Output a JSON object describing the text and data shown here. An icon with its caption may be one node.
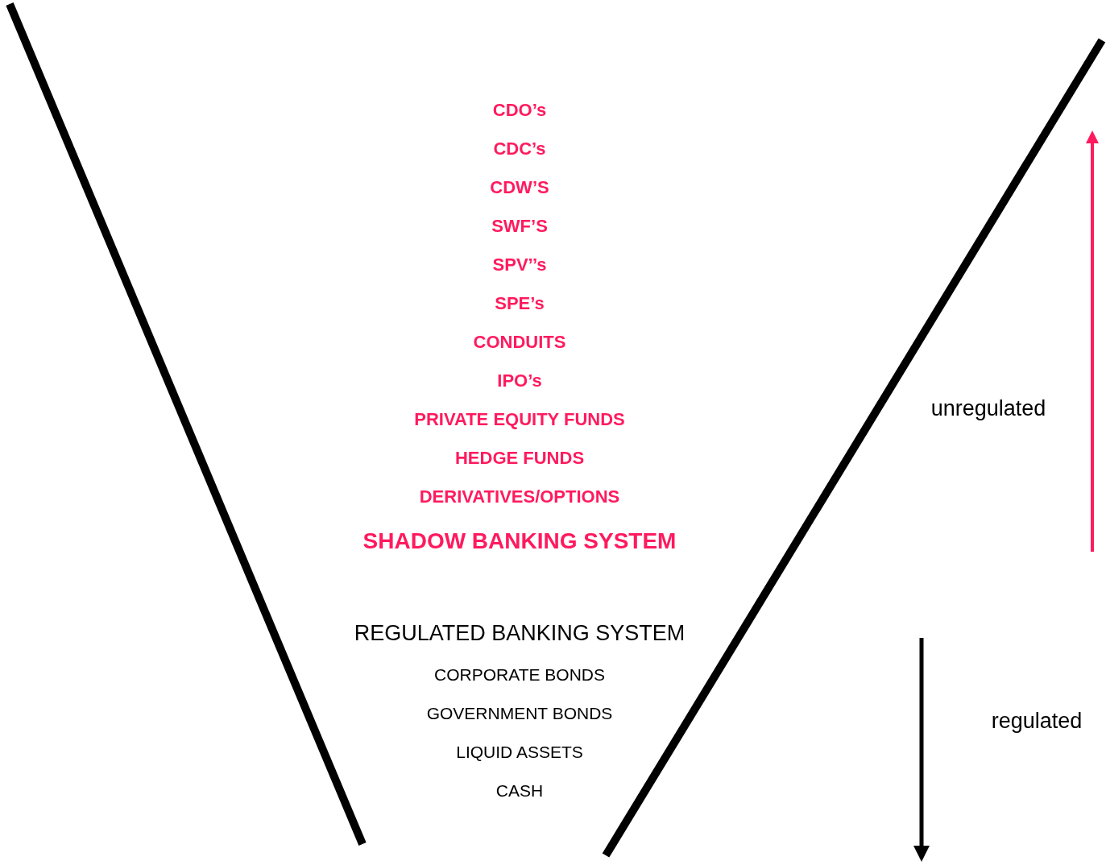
{
  "diagram": {
    "labels": [
      "CDO’s",
      "CDC’s",
      "CDW’S",
      "SWF’S",
      "SPV’’s",
      "SPE’s",
      "CONDUITS",
      "IPO’s",
      "PRIVATE EQUITY FUNDS",
      "HEDGE FUNDS",
      "DERIVATIVES/OPTIONS",
      "SHADOW BANKING SYSTEM",
      "REGULATED BANKING SYSTEM",
      "CORPORATE BONDS",
      "GOVERNMENT BONDS",
      "LIQUID ASSETS",
      "CASH",
      "unregulated",
      "regulated"
    ]
  }
}
